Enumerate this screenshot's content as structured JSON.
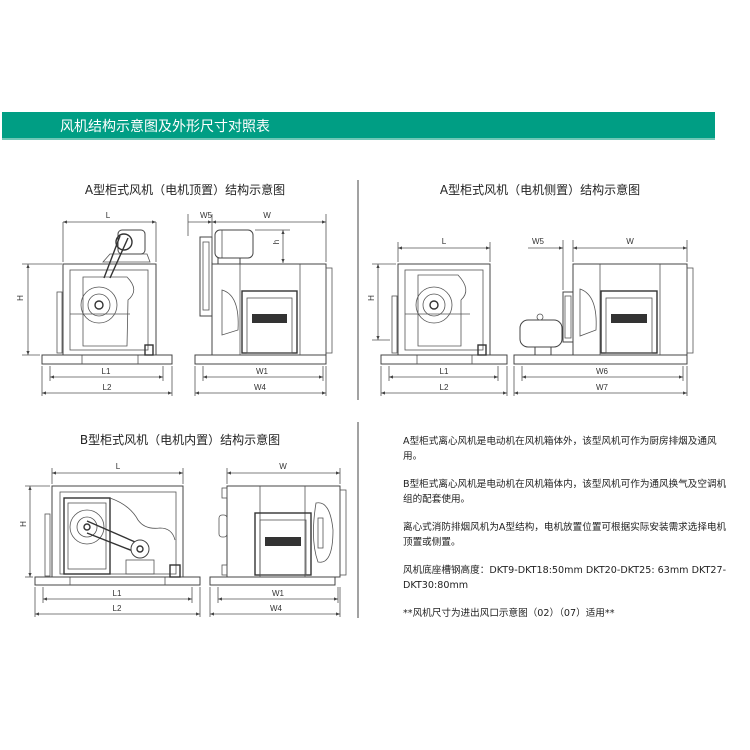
{
  "header": {
    "title": "风机结构示意图及外形尺寸对照表",
    "accent": "#009e84"
  },
  "diagrams": {
    "a_top": {
      "title": "A型柜式风机（电机顶置）结构示意图",
      "labels": {
        "L": "L",
        "H": "H",
        "L1": "L1",
        "L2": "L2",
        "W5": "W5",
        "W": "W",
        "h": "h",
        "W1": "W1",
        "W4": "W4"
      }
    },
    "a_side": {
      "title": "A型柜式风机（电机侧置）结构示意图",
      "labels": {
        "L": "L",
        "H": "H",
        "L1": "L1",
        "L2": "L2",
        "W5": "W5",
        "W": "W",
        "W6": "W6",
        "W7": "W7"
      }
    },
    "b_inner": {
      "title": "B型柜式风机（电机内置）结构示意图",
      "labels": {
        "L": "L",
        "H": "H",
        "L1": "L1",
        "L2": "L2",
        "W": "W",
        "W1": "W1",
        "W4": "W4"
      }
    }
  },
  "notes": [
    "A型柜式离心风机是电动机在风机箱体外，该型风机可作为厨房排烟及通风用。",
    "B型柜式离心风机是电动机在风机箱体内，该型风机可作为通风换气及空调机组的配套使用。",
    "离心式消防排烟风机为A型结构，电机放置位置可根据实际安装需求选择电机顶置或侧置。",
    "风机底座槽钢高度：DKT9-DKT18:50mm DKT20-DKT25: 63mm  DKT27-DKT30:80mm",
    "**风机尺寸为进出风口示意图（02）（07）适用**"
  ]
}
